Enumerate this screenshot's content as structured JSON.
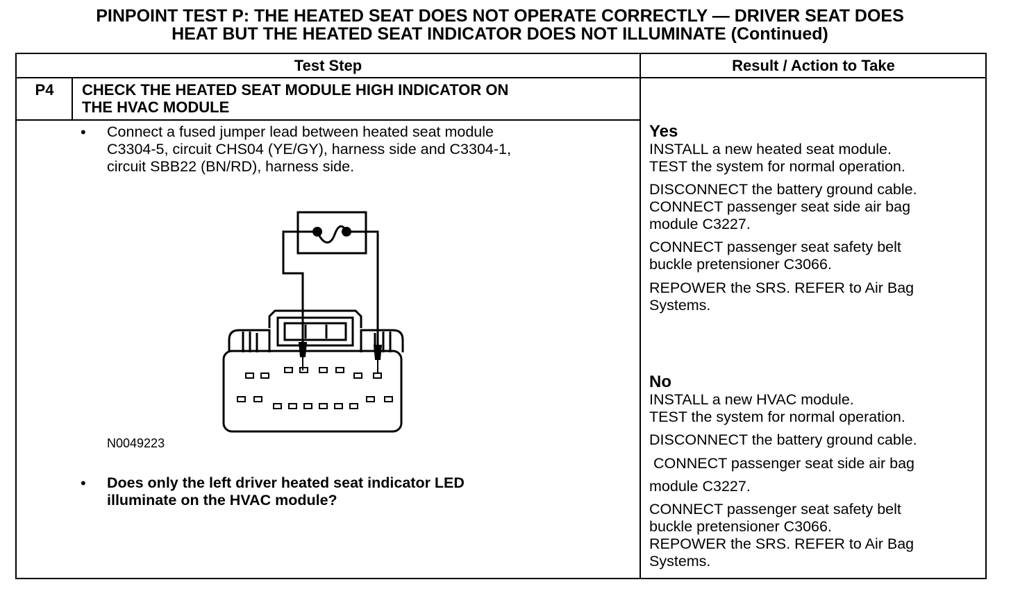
{
  "title": {
    "line1": "PINPOINT TEST P: THE HEATED SEAT DOES NOT OPERATE CORRECTLY — DRIVER SEAT DOES",
    "line2": "HEAT BUT THE HEATED SEAT INDICATOR DOES NOT ILLUMINATE (Continued)"
  },
  "table": {
    "header_left": "Test Step",
    "header_right": "Result / Action to Take"
  },
  "step": {
    "id": "P4",
    "title_line1": "CHECK THE HEATED SEAT MODULE HIGH INDICATOR ON",
    "title_line2": "THE HVAC MODULE",
    "bullet": "•",
    "instruction_lines": [
      "Connect a fused jumper lead between heated seat module",
      "C3304-5, circuit CHS04 (YE/GY), harness side and C3304-1,",
      "circuit SBB22 (BN/RD), harness side."
    ],
    "figure_id": "N0049223",
    "question_lines": [
      "Does only the left driver heated seat indicator LED",
      "illuminate on the HVAC module?"
    ]
  },
  "results": {
    "yes": {
      "heading": "Yes",
      "lines": [
        "INSTALL a new heated seat module.",
        "TEST the system for normal operation.",
        "DISCONNECT the battery ground cable.",
        "CONNECT passenger seat side air bag",
        "module C3227.",
        "CONNECT passenger seat safety belt",
        "buckle pretensioner C3066.",
        "REPOWER the SRS. REFER to Air Bag",
        "Systems."
      ]
    },
    "no": {
      "heading": "No",
      "lines": [
        "INSTALL a new HVAC module.",
        "TEST the system for normal operation.",
        "DISCONNECT the battery ground cable.",
        " CONNECT passenger seat side air bag",
        "module C3227.",
        "CONNECT passenger seat safety belt",
        "buckle pretensioner C3066.",
        "REPOWER the SRS. REFER to Air Bag",
        "Systems."
      ]
    }
  }
}
